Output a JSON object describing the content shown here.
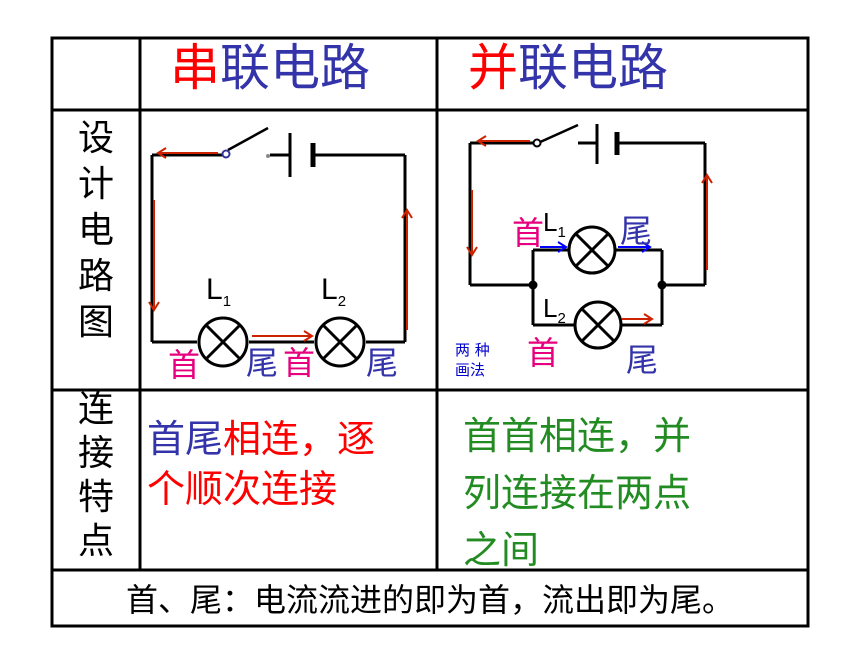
{
  "header": {
    "series": {
      "char1": "串",
      "rest": "联电路"
    },
    "parallel": {
      "char1": "并",
      "rest": "联电路"
    }
  },
  "row_labels": {
    "design": [
      "设",
      "计",
      "电",
      "路",
      "图"
    ],
    "features": [
      "连",
      "接",
      "特",
      "点"
    ]
  },
  "series_diagram": {
    "lamp1": "L",
    "lamp1_sub": "1",
    "lamp2": "L",
    "lamp2_sub": "2",
    "head1": "首",
    "tail1": "尾",
    "head2": "首",
    "tail2": "尾"
  },
  "parallel_diagram": {
    "lamp1": "L",
    "lamp1_sub": "1",
    "lamp2": "L",
    "lamp2_sub": "2",
    "head1": "首",
    "tail1": "尾",
    "head2": "首",
    "tail2": "尾",
    "note_line1": "两 种",
    "note_line2": "画法"
  },
  "features": {
    "series": {
      "part_blue": "首尾",
      "part_red1": "相连，逐",
      "part_red2": "个顺次连接"
    },
    "parallel": {
      "line1": "首首相连，并",
      "line2": "列连接在两点",
      "line3": "之间"
    }
  },
  "footer": "首、尾：电流流进的即为首，流出即为尾。",
  "colors": {
    "blue": "#3333aa",
    "red": "#ff0000",
    "green": "#228b22",
    "pink": "#e6007e",
    "arrow": "#cc2200"
  }
}
